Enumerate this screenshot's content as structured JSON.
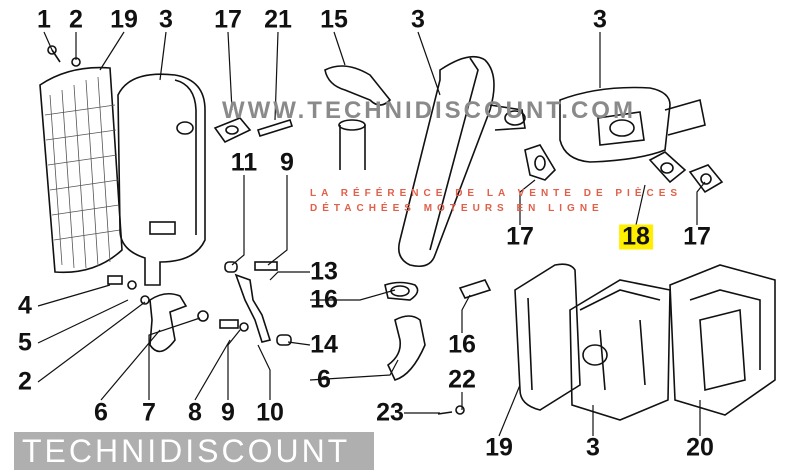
{
  "diagram": {
    "labels": [
      "1",
      "2",
      "19",
      "3",
      "17",
      "21",
      "15",
      "3",
      "3",
      "11",
      "9",
      "17",
      "18",
      "17",
      "4",
      "13",
      "16",
      "16",
      "5",
      "14",
      "2",
      "6",
      "22",
      "6",
      "7",
      "8",
      "9",
      "10",
      "23",
      "19",
      "3",
      "20"
    ],
    "highlighted_label": "18",
    "highlight_color": "#ffee00"
  },
  "watermark": {
    "brand": "TECHNIDISCOUNT",
    "tagline_1": "LA RÉFÉRENCE DE LA VENTE DE PIÈCES",
    "tagline_2": "DÉTACHÉES MOTEURS EN LIGNE",
    "url": "WWW.TECHNIDISCOUNT.COM"
  }
}
